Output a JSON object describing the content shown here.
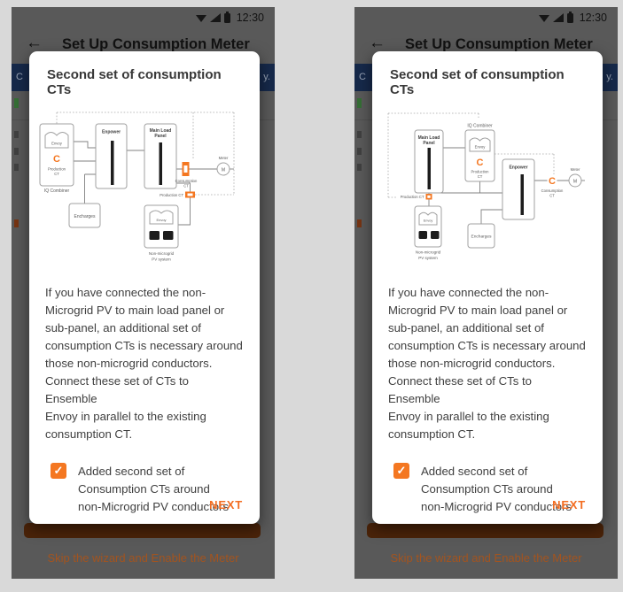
{
  "status_bar": {
    "time": "12:30"
  },
  "app_bar": {
    "back_icon": "←",
    "title": "Set Up Consumption Meter"
  },
  "banner": {
    "left_fragment": "C",
    "right_fragment": "y."
  },
  "dialog": {
    "title": "Second set of consumption CTs",
    "body": "If you have connected the non-\nMicrogrid PV to main load panel or\nsub-panel, an additional set of\nconsumption CTs is necessary around\nthose non-microgrid conductors.\nConnect these set of CTs to Ensemble\nEnvoy in parallel to the existing\nconsumption CT.",
    "checkbox_checked": true,
    "check_icon": "✓",
    "checkbox_label": "Added second set of\nConsumption CTs around\nnon-Microgrid PV conductors",
    "next_label": "NEXT"
  },
  "footer": {
    "skip_link": "Skip the wizard and Enable the Meter"
  },
  "diagram": {
    "iq_combiner": "IQ Combiner",
    "envoy": "Envoy",
    "enpower": "Enpower",
    "main_load_line1": "Main Load",
    "main_load_line2": "Panel",
    "encharges": "Encharges",
    "meter": "Meter",
    "meter_symbol": "M",
    "ct_glyph": "C",
    "production_line1": "Production",
    "production_line2": "CT",
    "production_ct": "Production CT",
    "consumption_line1": "Consumption",
    "consumption_line2": "CT",
    "non_microgrid_line1": "Non-microgrid",
    "non_microgrid_line2": "PV system"
  },
  "colors": {
    "accent_orange": "#F47721",
    "banner_blue": "#16294A",
    "scrim_gray": "#595959",
    "dimmed_button": "#4A2309",
    "dimmed_link": "#A3541F"
  }
}
